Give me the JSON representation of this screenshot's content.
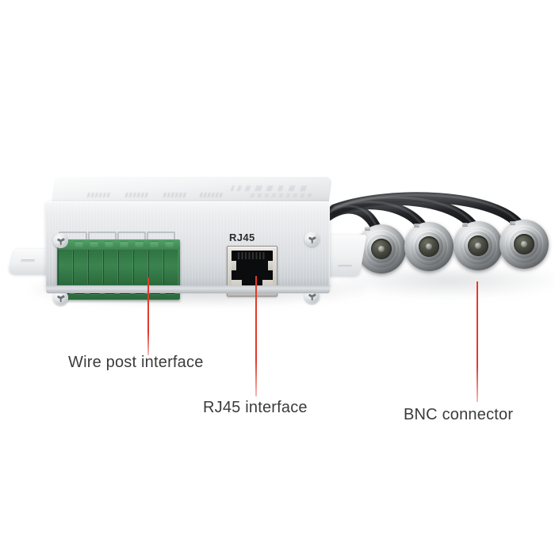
{
  "scene": {
    "background_color": "#ffffff",
    "subject": "video-balun-converter-with-bnc-pigtails"
  },
  "device": {
    "chassis_color": "#e3e5e8",
    "rj45_label": "RJ45",
    "terminal_block": {
      "color": "#3f8753",
      "position_count": 8,
      "clamp_count": 4
    },
    "screws": {
      "type": "tri-wing",
      "count": 4
    },
    "top_face_silkscreen": {
      "brand_text": "",
      "channel_label_count": 4
    }
  },
  "bnc": {
    "connector_count": 4,
    "barrel_color": "#a8acaf",
    "cable_color": "#1b1b1d"
  },
  "annotations": {
    "line_color": "#e0392a",
    "text_color": "#3b3b3b",
    "items": [
      {
        "label": "Wire post interface",
        "target": "terminal-block"
      },
      {
        "label": "RJ45 interface",
        "target": "rj45-jack"
      },
      {
        "label": "BNC connector",
        "target": "bnc-connector"
      }
    ]
  }
}
